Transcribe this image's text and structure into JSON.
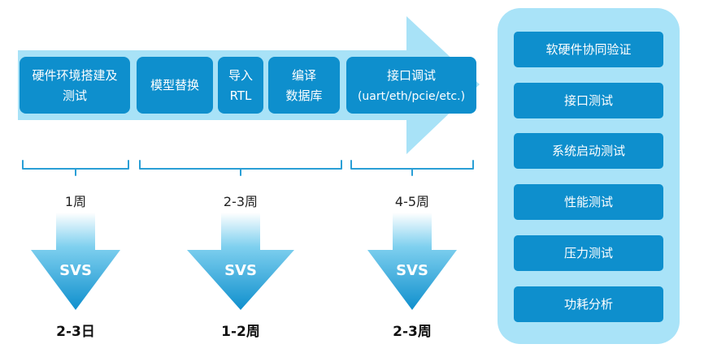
{
  "process": {
    "steps": [
      {
        "line1": "硬件环境搭建及",
        "line2": "测试"
      },
      {
        "line1": "模型替换"
      },
      {
        "line1": "导入",
        "line2": "RTL"
      },
      {
        "line1": "编译",
        "line2": "数据库"
      },
      {
        "line1": "接口调试",
        "line2": "(uart/eth/pcie/etc.)"
      }
    ]
  },
  "phases": [
    {
      "duration": "1周",
      "arrow_label": "SVS",
      "result": "2-3日"
    },
    {
      "duration": "2-3周",
      "arrow_label": "SVS",
      "result": "1-2周"
    },
    {
      "duration": "4-5周",
      "arrow_label": "SVS",
      "result": "2-3周"
    }
  ],
  "side_panel": {
    "items": [
      "软硬件协同验证",
      "接口测试",
      "系统启动测试",
      "性能测试",
      "压力测试",
      "功耗分析"
    ]
  },
  "colors": {
    "primary": "#0e8fcd",
    "light_arrow": "#a8e2f7",
    "panel": "#a9e3f8",
    "bracket": "#2a9fd6"
  }
}
